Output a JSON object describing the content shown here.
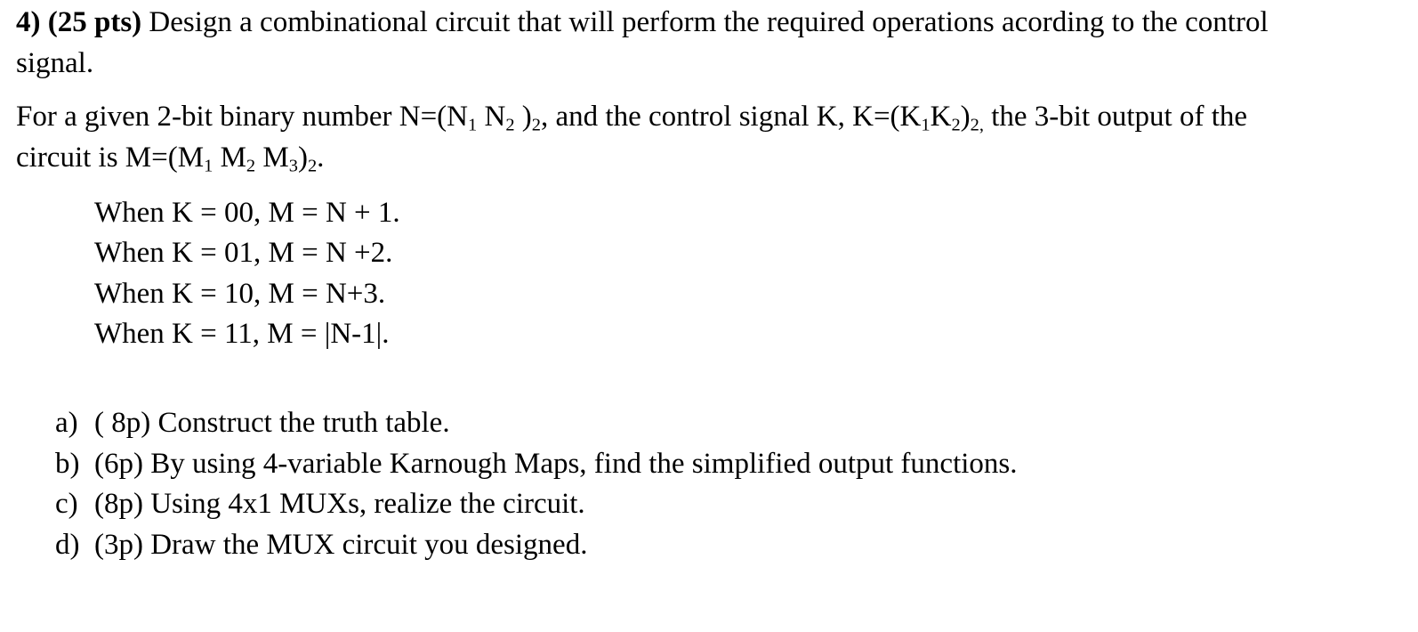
{
  "question": {
    "number": "4)",
    "points": "(25 pts)",
    "intro_line1": "Design a combinational circuit that will perform the required operations acording to the control",
    "intro_line2": "signal."
  },
  "given": {
    "t1": "For a given  2-bit binary number N=(N",
    "s1": "1",
    "t2": " N",
    "s2": "2",
    "t3": " )",
    "s3": "2",
    "t4": ", and the control signal K,  K=(K",
    "s4": "1",
    "t5": "K",
    "s5": "2",
    "t6": ")",
    "s6": "2,",
    "t7": " the 3-bit output of the",
    "u1": "circuit is M=(M",
    "us1": "1",
    "u2": " M",
    "us2": "2",
    "u3": " M",
    "us3": "3",
    "u4": ")",
    "us4": "2",
    "u5": "."
  },
  "conditions": [
    "When K = 00, M = N + 1.",
    "When K = 01, M = N +2.",
    "When K = 10, M = N+3.",
    "When K = 11, M = |N-1|."
  ],
  "parts": [
    {
      "label": "a)",
      "text": "( 8p) Construct the truth table."
    },
    {
      "label": "b)",
      "text": "(6p) By using 4-variable Karnough Maps, find the simplified output functions."
    },
    {
      "label": "c)",
      "text": "(8p) Using 4x1 MUXs, realize the circuit."
    },
    {
      "label": "d)",
      "text": "(3p) Draw the MUX circuit you designed."
    }
  ]
}
